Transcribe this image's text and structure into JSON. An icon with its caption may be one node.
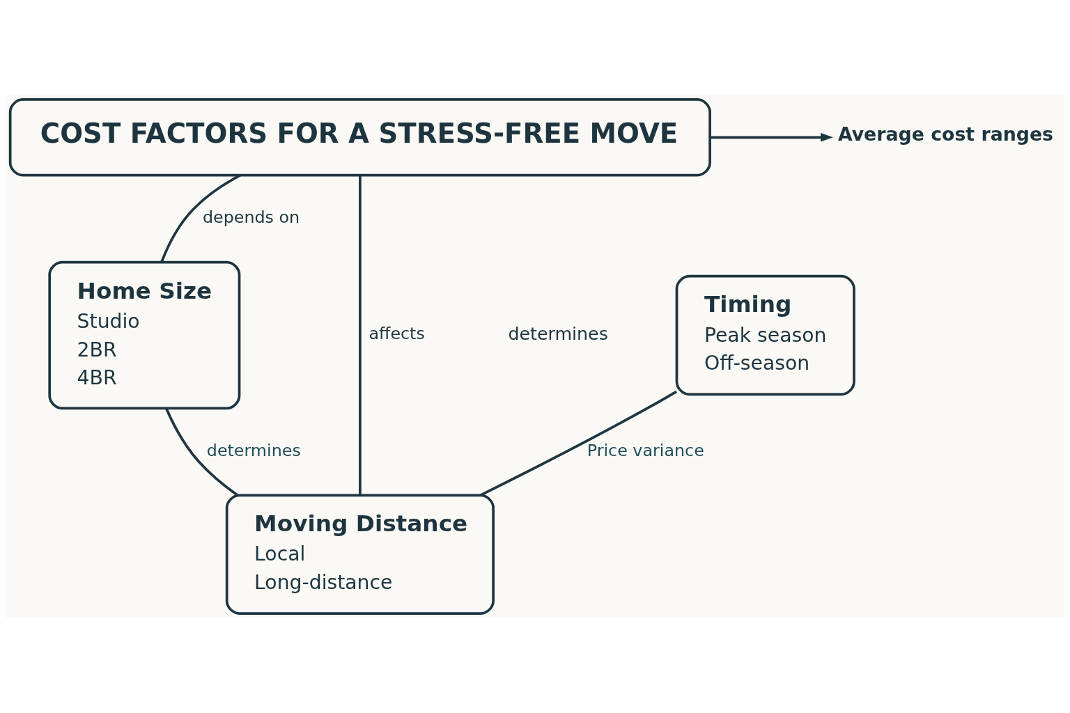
{
  "diagram": {
    "nodes": [
      {
        "text": [
          "COST FACTORS FOR A STRESS-FREE MOVE"
        ]
      },
      {
        "text": [
          "Average cost ranges"
        ]
      },
      {
        "text": [
          "Home Size",
          "Studio",
          "2BR",
          "4BR"
        ]
      },
      {
        "text": [
          "Moving Distance",
          "Local",
          "Long-distance"
        ]
      },
      {
        "text": [
          "Timing",
          "Peak season",
          "Off-season"
        ]
      }
    ],
    "edges": [
      {
        "from": 0,
        "to": 1,
        "arrow": "to"
      },
      {
        "from": 0,
        "to": 2,
        "arrow": "none",
        "label": "depends on"
      },
      {
        "from": 0,
        "to": 3,
        "arrow": "none",
        "label": "affects"
      },
      {
        "from": 2,
        "to": 3,
        "arrow": "none",
        "label": "determines"
      },
      {
        "from": 3,
        "to": 4,
        "arrow": "none",
        "label": "Price variance"
      }
    ],
    "labels": [
      "determines"
    ]
  }
}
